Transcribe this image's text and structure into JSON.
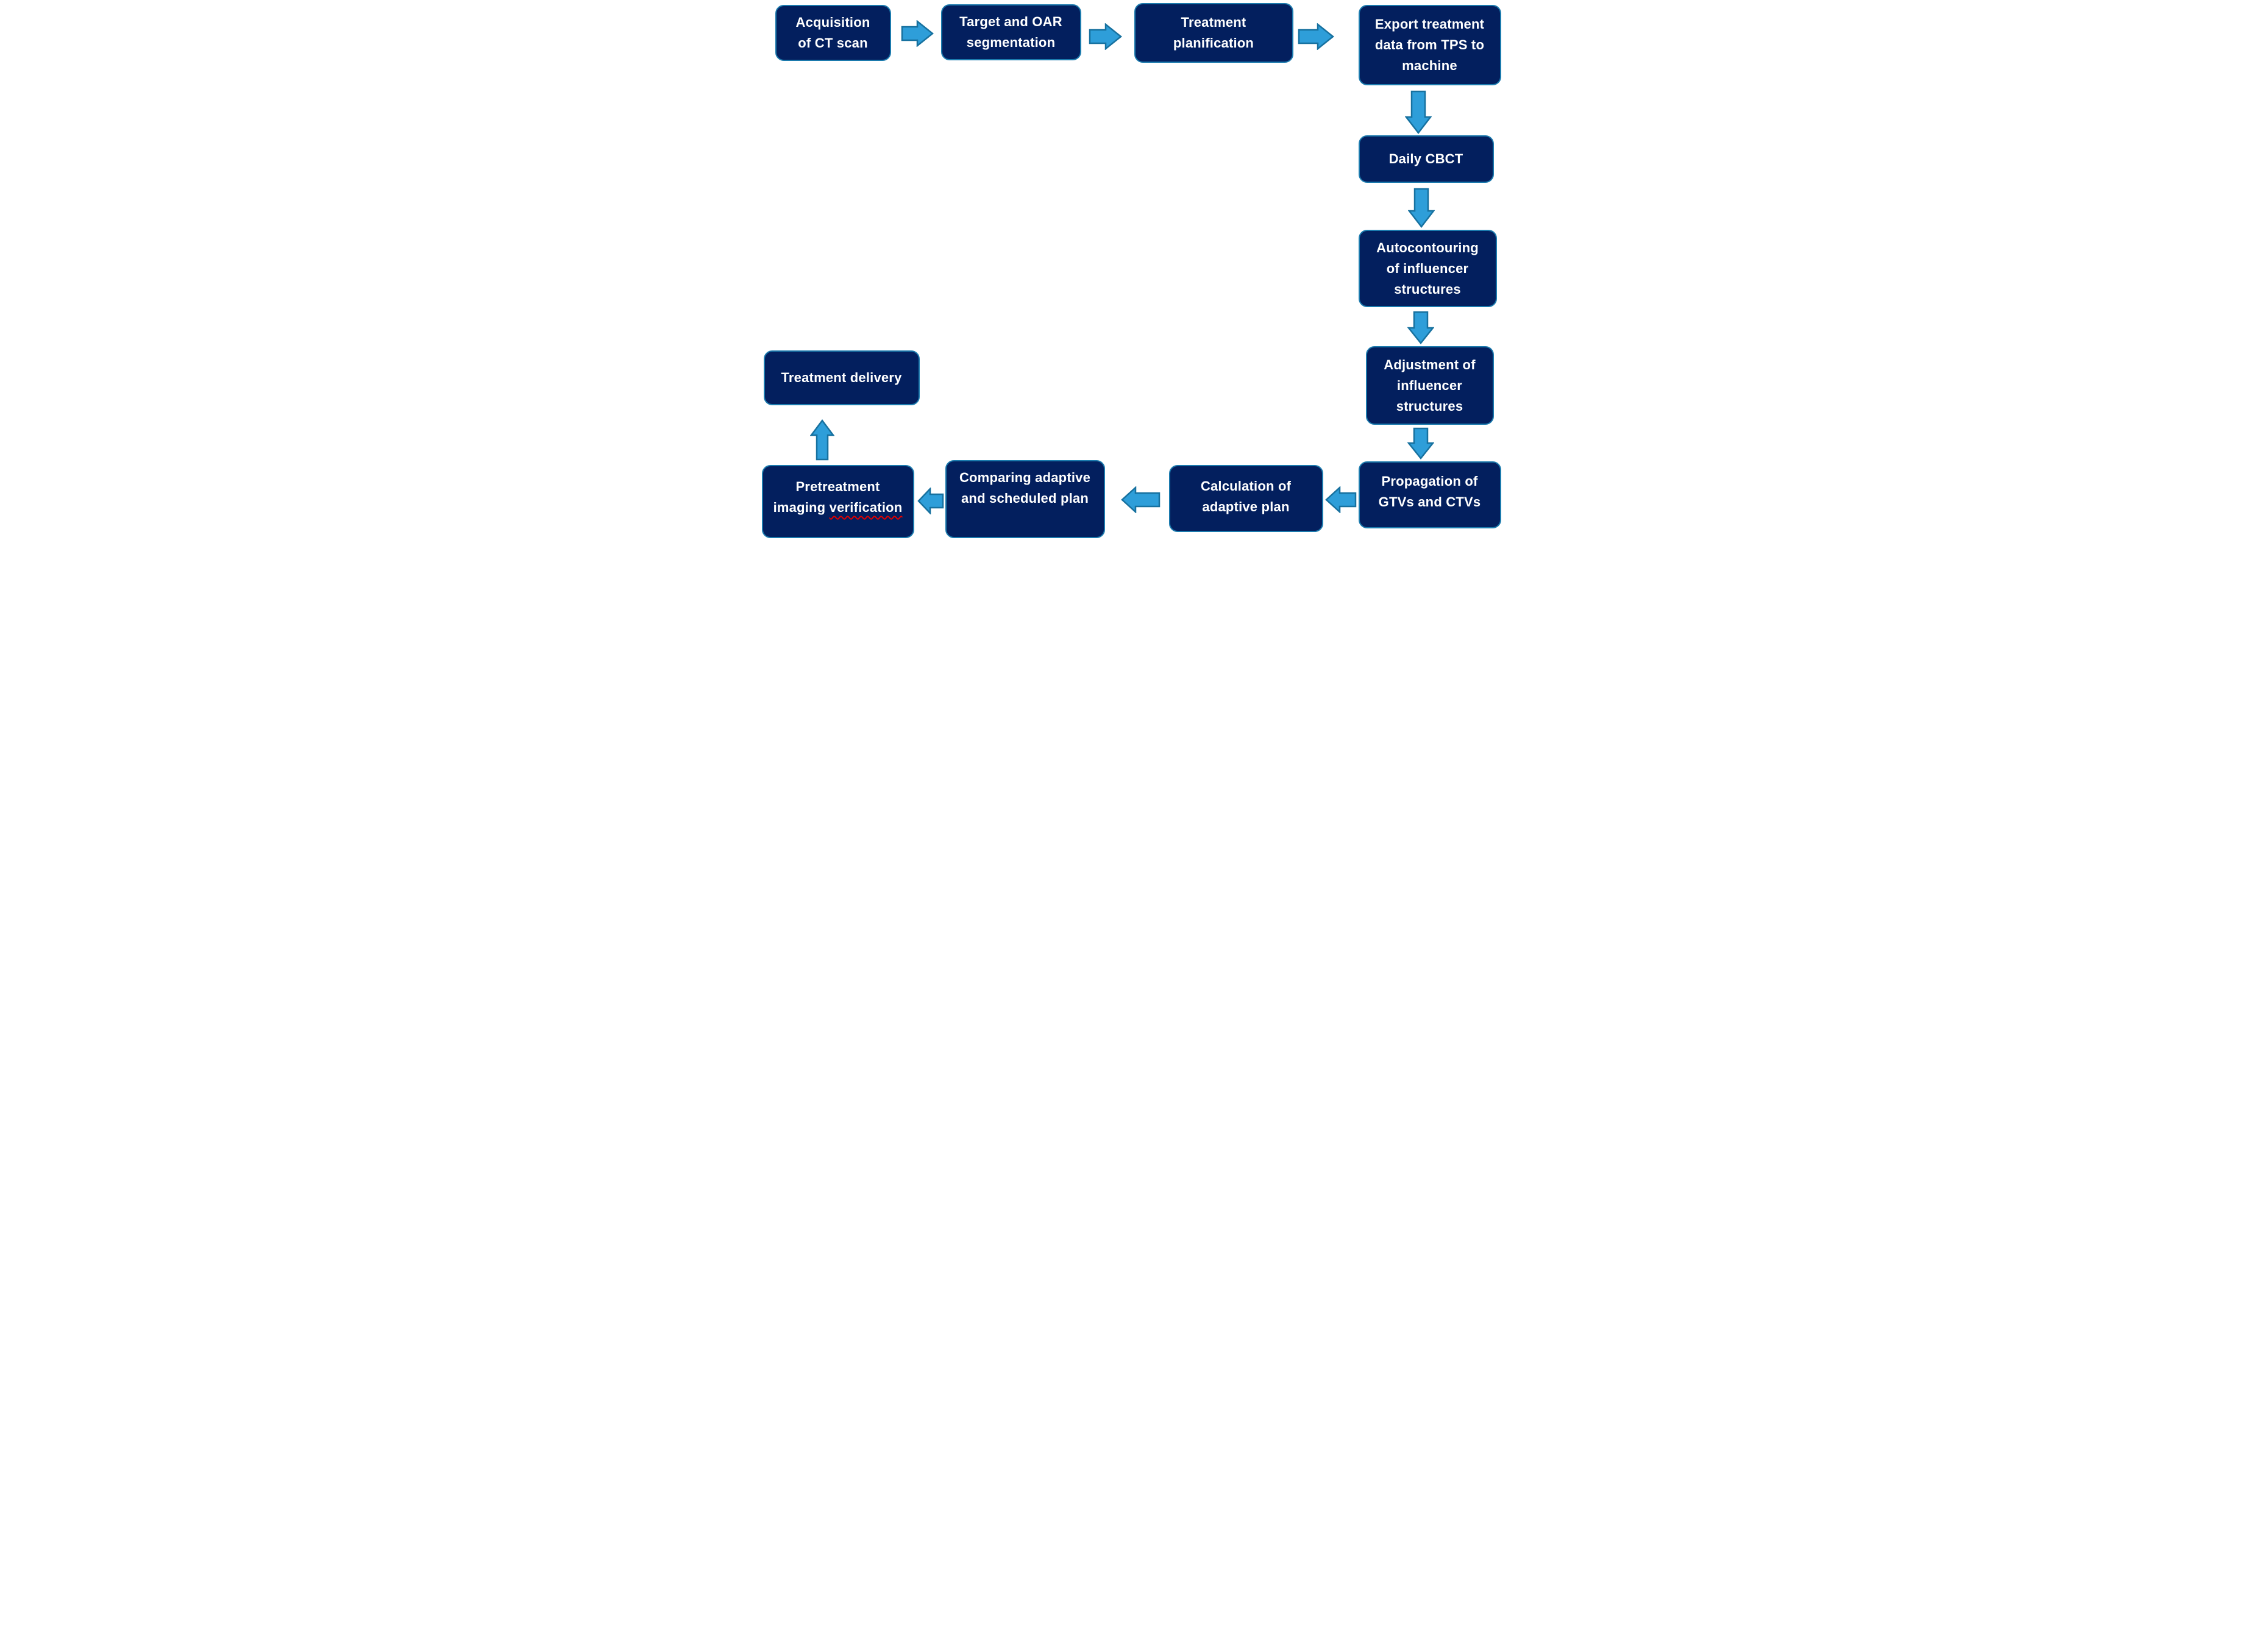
{
  "diagram": {
    "type": "flowchart",
    "description": "Adaptive radiotherapy workflow",
    "background": "#ffffff"
  },
  "colors": {
    "box_fill": "#031f5e",
    "box_border": "#1b7aad",
    "box_text": "#ffffff",
    "arrow_fill": "#2e9ed9",
    "arrow_border": "#17719f",
    "spellcheck_squiggle": "#e00000"
  },
  "flow": {
    "boxes": [
      {
        "id": "acquisition-of-ct-scan",
        "lines": [
          "Acquisition",
          "of CT scan"
        ]
      },
      {
        "id": "target-and-oar-segmentation",
        "lines": [
          "Target and OAR",
          "segmentation"
        ]
      },
      {
        "id": "treatment-planification",
        "lines": [
          "Treatment",
          "planification"
        ]
      },
      {
        "id": "export-treatment-data",
        "lines": [
          "Export treatment",
          "data from TPS to",
          "machine"
        ]
      },
      {
        "id": "daily-cbct",
        "lines": [
          "Daily CBCT"
        ]
      },
      {
        "id": "autocontouring-influencer",
        "lines": [
          "Autocontouring",
          "of influencer",
          "structures"
        ]
      },
      {
        "id": "adjustment-influencer",
        "lines": [
          "Adjustment of",
          "influencer",
          "structures"
        ]
      },
      {
        "id": "propagation-gtvs-ctvs",
        "lines": [
          "Propagation of",
          "GTVs and CTVs"
        ]
      },
      {
        "id": "calculation-adaptive-plan",
        "lines": [
          "Calculation of",
          "adaptive plan"
        ]
      },
      {
        "id": "comparing-plans",
        "lines": [
          "Comparing adaptive",
          "and scheduled plan"
        ]
      },
      {
        "id": "pretreatment-imaging-verification",
        "lines": [
          "Pretreatment"
        ],
        "second_line": {
          "prefix": "imaging",
          "misspelled_word": "verification"
        }
      },
      {
        "id": "treatment-delivery",
        "lines": [
          "Treatment delivery"
        ]
      }
    ],
    "connections": [
      {
        "from": "acquisition-of-ct-scan",
        "to": "target-and-oar-segmentation",
        "direction": "right"
      },
      {
        "from": "target-and-oar-segmentation",
        "to": "treatment-planification",
        "direction": "right"
      },
      {
        "from": "treatment-planification",
        "to": "export-treatment-data",
        "direction": "right"
      },
      {
        "from": "export-treatment-data",
        "to": "daily-cbct",
        "direction": "down"
      },
      {
        "from": "daily-cbct",
        "to": "autocontouring-influencer",
        "direction": "down"
      },
      {
        "from": "autocontouring-influencer",
        "to": "adjustment-influencer",
        "direction": "down"
      },
      {
        "from": "adjustment-influencer",
        "to": "propagation-gtvs-ctvs",
        "direction": "down"
      },
      {
        "from": "propagation-gtvs-ctvs",
        "to": "calculation-adaptive-plan",
        "direction": "left"
      },
      {
        "from": "calculation-adaptive-plan",
        "to": "comparing-plans",
        "direction": "left"
      },
      {
        "from": "comparing-plans",
        "to": "pretreatment-imaging-verification",
        "direction": "left"
      },
      {
        "from": "pretreatment-imaging-verification",
        "to": "treatment-delivery",
        "direction": "up"
      }
    ]
  }
}
